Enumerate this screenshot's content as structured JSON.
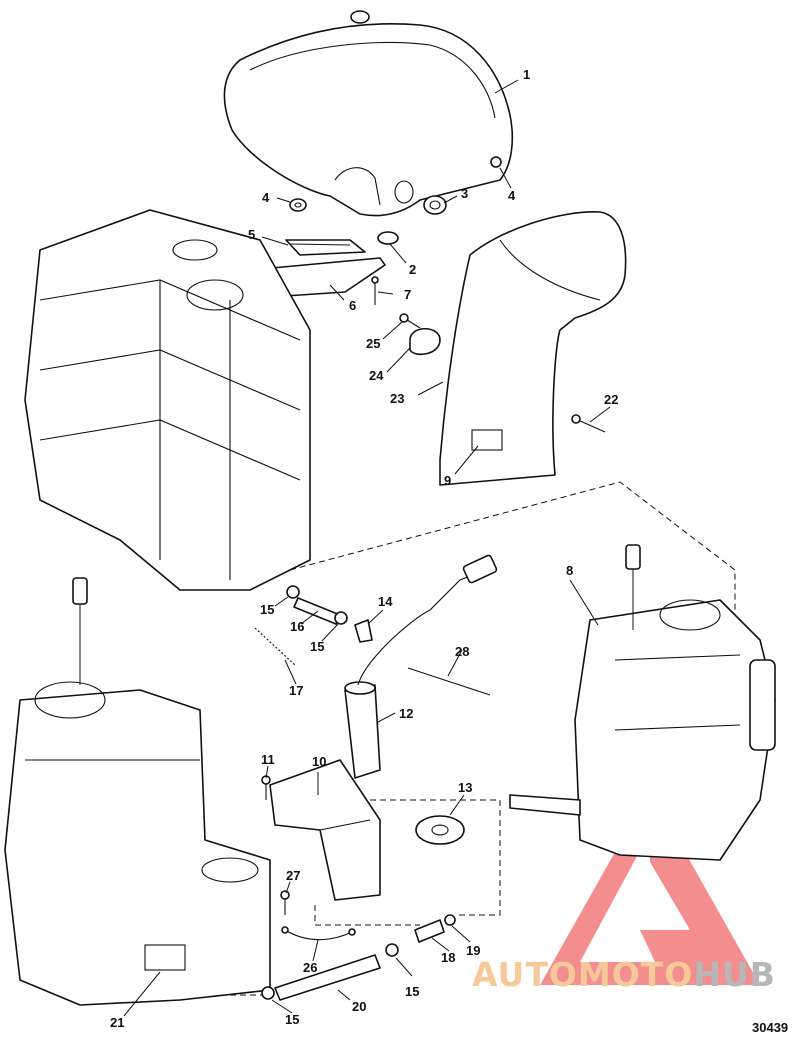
{
  "figure_number": "30439",
  "watermark": {
    "text_part1": "AUTOMOTO",
    "text_part2": "HUB",
    "color_part1": "#f7c99a",
    "color_part2": "#b7b7b7",
    "triangle_color": "#f27a7a"
  },
  "callouts": [
    {
      "id": "1",
      "label": "1"
    },
    {
      "id": "2",
      "label": "2"
    },
    {
      "id": "3",
      "label": "3"
    },
    {
      "id": "4a",
      "label": "4"
    },
    {
      "id": "4b",
      "label": "4"
    },
    {
      "id": "5",
      "label": "5"
    },
    {
      "id": "6",
      "label": "6"
    },
    {
      "id": "7",
      "label": "7"
    },
    {
      "id": "8",
      "label": "8"
    },
    {
      "id": "9",
      "label": "9"
    },
    {
      "id": "10",
      "label": "10"
    },
    {
      "id": "11",
      "label": "11"
    },
    {
      "id": "12",
      "label": "12"
    },
    {
      "id": "13",
      "label": "13"
    },
    {
      "id": "14",
      "label": "14"
    },
    {
      "id": "15a",
      "label": "15"
    },
    {
      "id": "15b",
      "label": "15"
    },
    {
      "id": "15c",
      "label": "15"
    },
    {
      "id": "15d",
      "label": "15"
    },
    {
      "id": "16",
      "label": "16"
    },
    {
      "id": "17",
      "label": "17"
    },
    {
      "id": "18",
      "label": "18"
    },
    {
      "id": "19",
      "label": "19"
    },
    {
      "id": "20",
      "label": "20"
    },
    {
      "id": "21",
      "label": "21"
    },
    {
      "id": "22",
      "label": "22"
    },
    {
      "id": "23",
      "label": "23"
    },
    {
      "id": "24",
      "label": "24"
    },
    {
      "id": "25",
      "label": "25"
    },
    {
      "id": "26",
      "label": "26"
    },
    {
      "id": "27",
      "label": "27"
    },
    {
      "id": "28",
      "label": "28"
    }
  ]
}
